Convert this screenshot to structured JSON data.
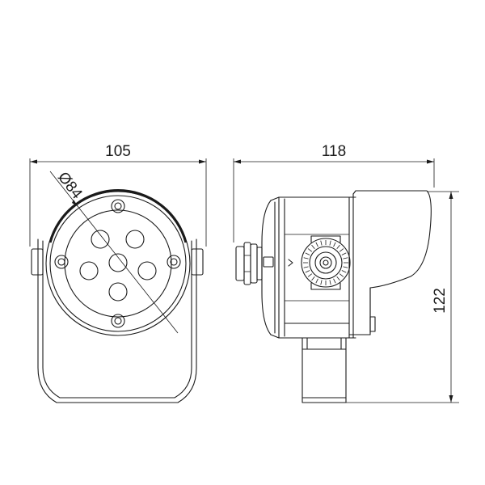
{
  "dimensions": {
    "front_width": "105",
    "side_width": "118",
    "height": "122",
    "lens_diameter": "Ø84"
  },
  "views": {
    "front": {
      "led_count": 6,
      "screw_count": 4
    },
    "side": {
      "parts": [
        "housing",
        "cable-gland",
        "pivot-knob",
        "visor",
        "mounting-post"
      ]
    }
  },
  "colors": {
    "line": "#1a1a1a",
    "background": "#ffffff"
  }
}
